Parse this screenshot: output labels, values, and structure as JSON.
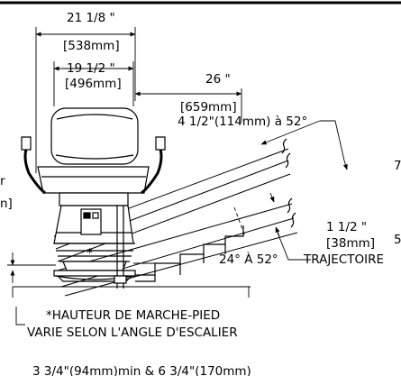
{
  "dimensions": {
    "overall_width": {
      "imperial": "21 1/8 \"",
      "metric": "[538mm]"
    },
    "seat_width": {
      "imperial": "19 1/2 \"",
      "metric": "[496mm]"
    },
    "projection": {
      "imperial": "26 \"",
      "metric": "[659mm]"
    },
    "footrest_offset": "4 1/2\"(114mm) à 52°",
    "rail_clearance": {
      "imperial": "1 1/2 \"",
      "metric": "[38mm]"
    },
    "trajectory_label": "TRAJECTOIRE",
    "angle_range": "24° À 52°",
    "step_marker": "*"
  },
  "footnote": {
    "line1": "*HAUTEUR DE MARCHE-PIED",
    "line2": "VARIE SELON L'ANGLE D'ESCALIER",
    "line3": "3 3/4\"(94mm)min & 6 3/4\"(170mm)"
  },
  "edge_fragments": {
    "left_top": "r",
    "left_bottom": "n]",
    "right_top": "7",
    "right_bottom": "5"
  }
}
